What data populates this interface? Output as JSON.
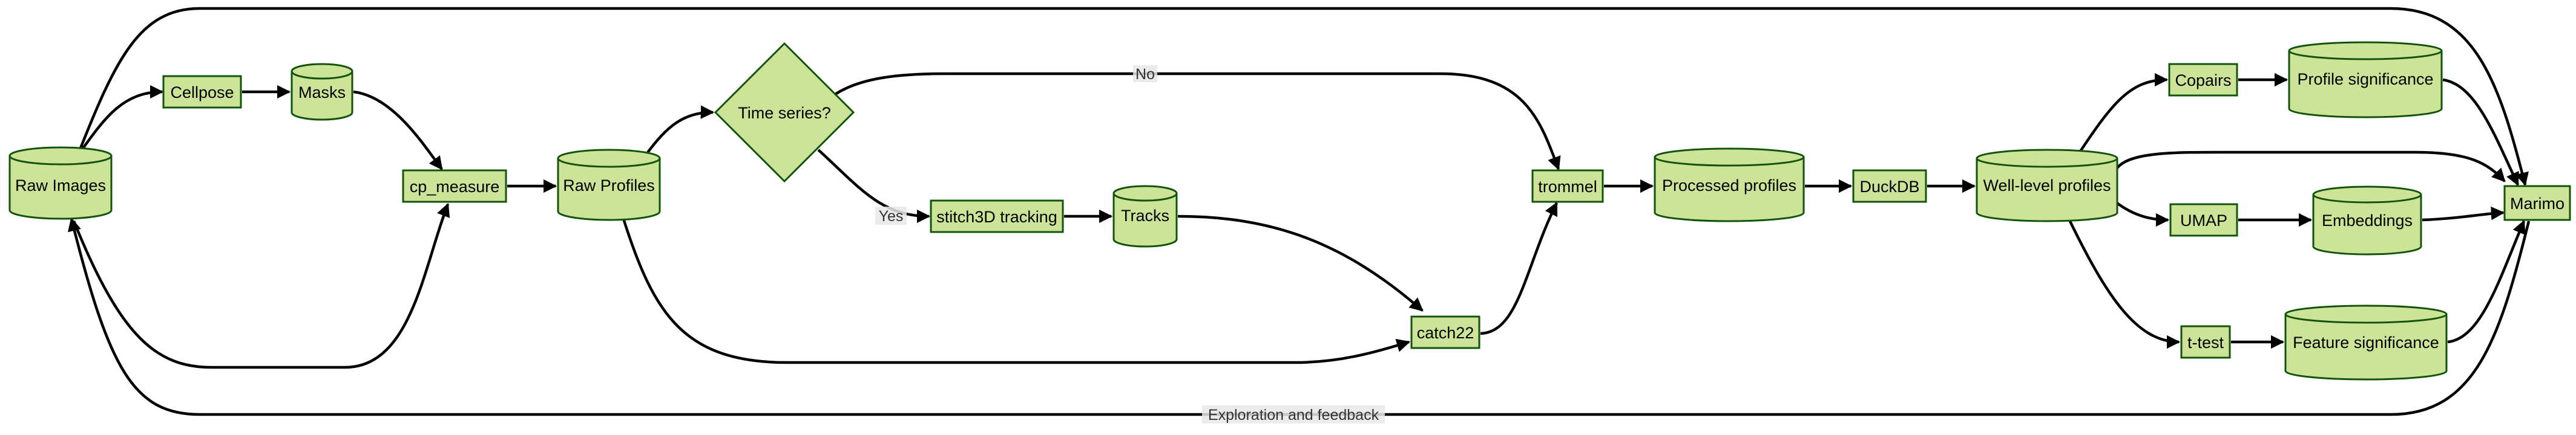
{
  "nodes": {
    "raw_images": "Raw Images",
    "cellpose": "Cellpose",
    "masks": "Masks",
    "cp_measure": "cp_measure",
    "raw_profiles": "Raw Profiles",
    "time_series": "Time series?",
    "stitch3d": "stitch3D tracking",
    "tracks": "Tracks",
    "catch22": "catch22",
    "trommel": "trommel",
    "processed_profiles": "Processed profiles",
    "duckdb": "DuckDB",
    "well_level_profiles": "Well-level profiles",
    "copairs": "Copairs",
    "profile_significance": "Profile significance",
    "umap": "UMAP",
    "embeddings": "Embeddings",
    "t_test": "t-test",
    "feature_significance": "Feature significance",
    "marimo": "Marimo"
  },
  "edge_labels": {
    "no": "No",
    "yes": "Yes",
    "feedback": "Exploration and feedback"
  },
  "colors": {
    "node_fill": "#cde498",
    "node_stroke": "#13540c",
    "edge": "#000000"
  }
}
